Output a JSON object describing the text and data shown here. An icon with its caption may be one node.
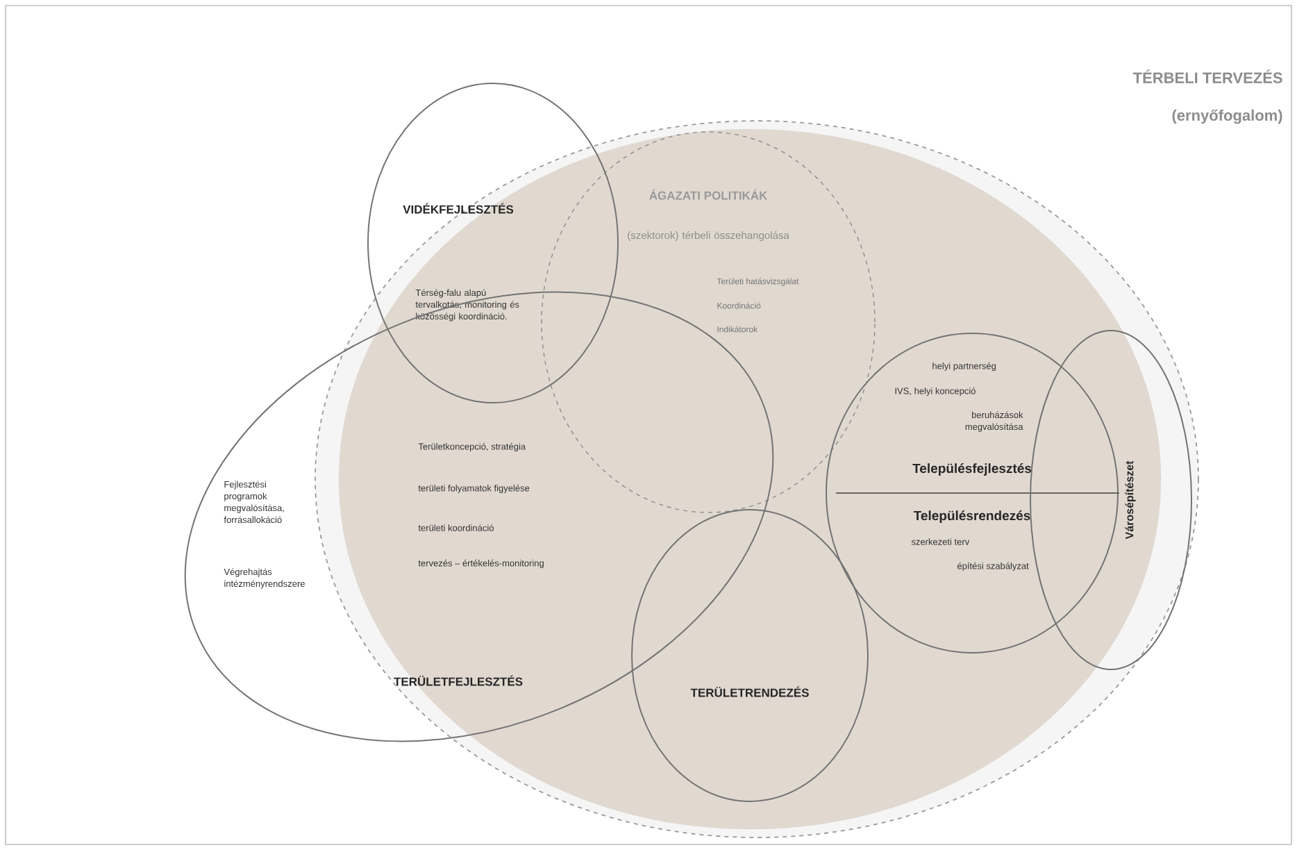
{
  "diagram": {
    "nodes": [
      {
        "text": [
          "TÉRBELI TERVEZÉS",
          "(ernyőfogalom)"
        ]
      },
      {
        "text": [
          "VIDÉKFEJLESZTÉS",
          "Térség-falu alapú tervalkotás, monitoring és közösségi koordináció."
        ]
      },
      {
        "text": [
          "ÁGAZATI POLITIKÁK",
          "(szektorok) térbeli összehangolása",
          "Területi hatásvizsgálat",
          "Koordináció",
          "Indikátorok"
        ],
        "in": 0
      },
      {
        "text": [
          "Fejlesztési programok megvalósítása, forrásallokáció",
          "Végrehajtás intézményrendszere",
          "Területkoncepció, stratégia",
          "területi folyamatok figyelése",
          "területi koordináció",
          "tervezés – értékelés-monitoring",
          "TERÜLETFEJLESZTÉS"
        ]
      },
      {
        "text": [
          "TERÜLETRENDEZÉS"
        ],
        "in": 0
      },
      {
        "text": [
          "helyi partnerség",
          "IVS, helyi koncepció",
          "beruházások megvalósítása",
          "Településfejlesztés",
          "Településrendezés",
          "szerkezeti terv",
          "építési szabályzat"
        ],
        "in": 0
      },
      {
        "text": [
          "Városépítészet"
        ],
        "in": 0
      }
    ]
  }
}
